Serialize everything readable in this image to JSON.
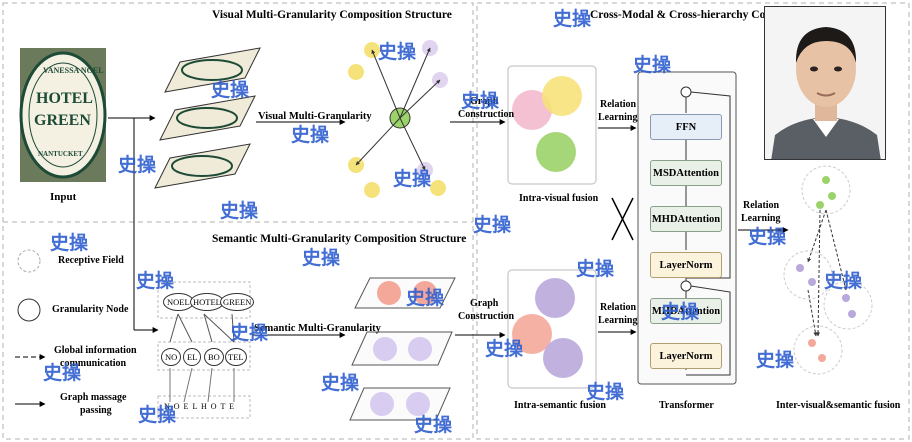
{
  "titles": {
    "visual": "Visual Multi-Granularity Composition Structure",
    "semantic": "Semantic Multi-Granularity Composition Structure",
    "cross": "Cross-Modal & Cross-hierarchy Context Learn"
  },
  "labels": {
    "input": "Input",
    "visual_mg": "Visual Multi-Granularity",
    "semantic_mg": "Semantic Multi-Granularity",
    "graph_construction_top_1": "Graph",
    "graph_construction_top_2": "Construction",
    "graph_construction_bot_1": "Graph",
    "graph_construction_bot_2": "Construction",
    "relation_learning_top_1": "Relation",
    "relation_learning_top_2": "Learning",
    "relation_learning_bot_1": "Relation",
    "relation_learning_bot_2": "Learning",
    "relation_learning_right_1": "Relation",
    "relation_learning_right_2": "Learning",
    "intra_visual": "Intra-visual fusion",
    "intra_semantic": "Intra-semantic fusion",
    "transformer": "Transformer",
    "inter_fusion": "Inter-visual&semantic fusion"
  },
  "sign": {
    "line1": [
      "VANESSA NOEL"
    ],
    "line2": "HOTEL",
    "line3": "GREEN",
    "line4": "NANTUCKET"
  },
  "legend": {
    "receptive_field": "Receptive Field",
    "granularity_node": "Granularity Node",
    "global_info_1": "Global information",
    "global_info_2": "communication",
    "graph_passing_1": "Graph massage",
    "graph_passing_2": "passing"
  },
  "tree": {
    "level1": [
      "NOEL",
      "HOTEL",
      "GREEN"
    ],
    "level2": [
      "NO",
      "EL",
      "BO",
      "TEL"
    ],
    "level3": "N O E L H O T E"
  },
  "transformer_blocks": {
    "ffn": "FFN",
    "msd": "MSDAttention",
    "mhd1": "MHDAttention",
    "ln1": "LayerNorm",
    "mhd2": "MHDAttention",
    "ln2": "LayerNorm"
  },
  "watermark": "史操",
  "colors": {
    "text": "#000000",
    "watermark": "#2f5fd0",
    "dashed_border": "#b0b0b0",
    "yellow": "#f6e27a",
    "green": "#9bd36a",
    "pink": "#f1b6c9",
    "purple": "#b9a8dc",
    "salmon": "#f4a89a",
    "sign_green": "#1d4b37"
  }
}
